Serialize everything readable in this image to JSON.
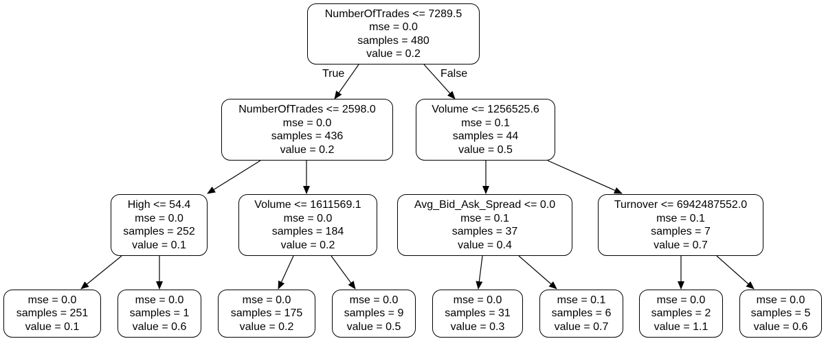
{
  "tree": {
    "edge_labels": {
      "true_label": "True",
      "false_label": "False"
    },
    "nodes": [
      {
        "id": "n0",
        "lines": [
          "NumberOfTrades <= 7289.5",
          "mse = 0.0",
          "samples = 480",
          "value = 0.2"
        ]
      },
      {
        "id": "n1",
        "lines": [
          "NumberOfTrades <= 2598.0",
          "mse = 0.0",
          "samples = 436",
          "value = 0.2"
        ]
      },
      {
        "id": "n2",
        "lines": [
          "Volume <= 1256525.6",
          "mse = 0.1",
          "samples = 44",
          "value = 0.5"
        ]
      },
      {
        "id": "n3",
        "lines": [
          "High <= 54.4",
          "mse = 0.0",
          "samples = 252",
          "value = 0.1"
        ]
      },
      {
        "id": "n4",
        "lines": [
          "Volume <= 1611569.1",
          "mse = 0.0",
          "samples = 184",
          "value = 0.2"
        ]
      },
      {
        "id": "n5",
        "lines": [
          "Avg_Bid_Ask_Spread <= 0.0",
          "mse = 0.1",
          "samples = 37",
          "value = 0.4"
        ]
      },
      {
        "id": "n6",
        "lines": [
          "Turnover <= 6942487552.0",
          "mse = 0.1",
          "samples = 7",
          "value = 0.7"
        ]
      },
      {
        "id": "n7",
        "lines": [
          "mse = 0.0",
          "samples = 251",
          "value = 0.1"
        ]
      },
      {
        "id": "n8",
        "lines": [
          "mse = 0.0",
          "samples = 1",
          "value = 0.6"
        ]
      },
      {
        "id": "n9",
        "lines": [
          "mse = 0.0",
          "samples = 175",
          "value = 0.2"
        ]
      },
      {
        "id": "n10",
        "lines": [
          "mse = 0.0",
          "samples = 9",
          "value = 0.5"
        ]
      },
      {
        "id": "n11",
        "lines": [
          "mse = 0.0",
          "samples = 31",
          "value = 0.3"
        ]
      },
      {
        "id": "n12",
        "lines": [
          "mse = 0.1",
          "samples = 6",
          "value = 0.7"
        ]
      },
      {
        "id": "n13",
        "lines": [
          "mse = 0.0",
          "samples = 2",
          "value = 1.1"
        ]
      },
      {
        "id": "n14",
        "lines": [
          "mse = 0.0",
          "samples = 5",
          "value = 0.6"
        ]
      }
    ],
    "edges": [
      {
        "from": "n0",
        "to": "n1"
      },
      {
        "from": "n0",
        "to": "n2"
      },
      {
        "from": "n1",
        "to": "n3"
      },
      {
        "from": "n1",
        "to": "n4"
      },
      {
        "from": "n2",
        "to": "n5"
      },
      {
        "from": "n2",
        "to": "n6"
      },
      {
        "from": "n3",
        "to": "n7"
      },
      {
        "from": "n3",
        "to": "n8"
      },
      {
        "from": "n4",
        "to": "n9"
      },
      {
        "from": "n4",
        "to": "n10"
      },
      {
        "from": "n5",
        "to": "n11"
      },
      {
        "from": "n5",
        "to": "n12"
      },
      {
        "from": "n6",
        "to": "n13"
      },
      {
        "from": "n6",
        "to": "n14"
      }
    ]
  }
}
